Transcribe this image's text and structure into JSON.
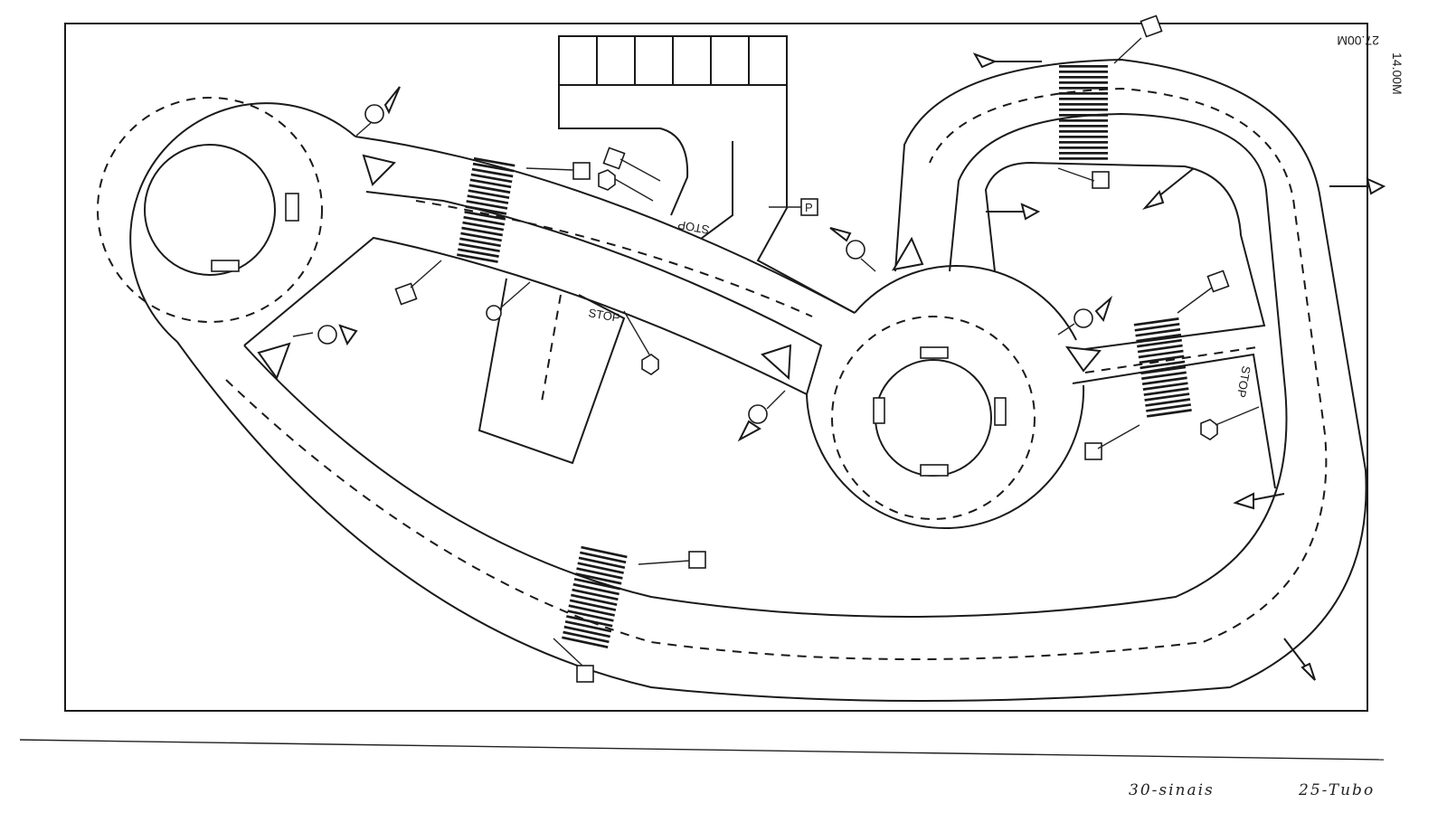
{
  "dimensions": {
    "length": "27.00M",
    "width": "14.00M"
  },
  "labels": {
    "stop": "STOP",
    "parking": "P"
  },
  "footer": {
    "left_note": "30-sinais",
    "right_note": "25-Tubo"
  },
  "colors": {
    "ink": "#1a1a1a",
    "paper": "#ffffff"
  }
}
